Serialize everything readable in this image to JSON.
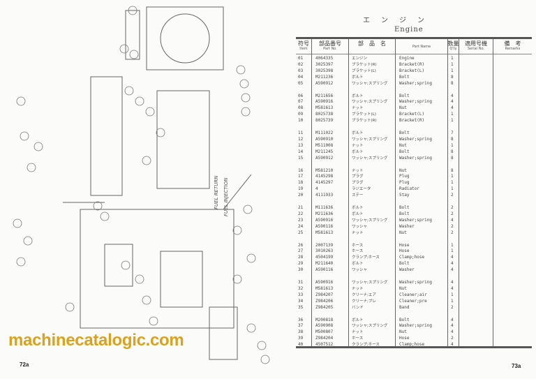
{
  "page": {
    "title_jp": "エンジン",
    "title_en": "Engine",
    "page_left": "72a",
    "page_right": "73a",
    "watermark": "machinecatalogic.com",
    "watermark_color": "#d9a320"
  },
  "drawing": {
    "labels": [
      "FUEL RETURN",
      "FUEL INJECTION"
    ]
  },
  "table": {
    "headers": [
      {
        "jp": "符号",
        "en": "Item"
      },
      {
        "jp": "部品番号",
        "en": "Part No."
      },
      {
        "jp": "部　品　名",
        "en": ""
      },
      {
        "jp": "",
        "en": "Part Name"
      },
      {
        "jp": "数量",
        "en": "Q'ty"
      },
      {
        "jp": "適用号機",
        "en": "Serial No."
      },
      {
        "jp": "備　考",
        "en": "Remarks"
      }
    ],
    "groups": [
      [
        {
          "item": "01",
          "part_no": "4064335",
          "name_jp": "エンジン",
          "name_en": "Engine",
          "qty": "1"
        },
        {
          "item": "02",
          "part_no": "3025397",
          "name_jp": "ブラケット(R)",
          "name_en": "Bracket(R)",
          "qty": "1"
        },
        {
          "item": "03",
          "part_no": "3025398",
          "name_jp": "ブラケット(L)",
          "name_en": "Bracket(L)",
          "qty": "1"
        },
        {
          "item": "04",
          "part_no": "M211236",
          "name_jp": "ボルト",
          "name_en": "Bolt",
          "qty": "8"
        },
        {
          "item": "05",
          "part_no": "A590912",
          "name_jp": "ワッシャ;スプリング",
          "name_en": "Washer;spring",
          "qty": "8"
        }
      ],
      [
        {
          "item": "06",
          "part_no": "M211656",
          "name_jp": "ボルト",
          "name_en": "Bolt",
          "qty": "4"
        },
        {
          "item": "07",
          "part_no": "A590916",
          "name_jp": "ワッシャ;スプリング",
          "name_en": "Washer;spring",
          "qty": "4"
        },
        {
          "item": "08",
          "part_no": "M581613",
          "name_jp": "ナット",
          "name_en": "Nut",
          "qty": "4"
        },
        {
          "item": "09",
          "part_no": "8025738",
          "name_jp": "ブラケット(L)",
          "name_en": "Bracket(L)",
          "qty": "1"
        },
        {
          "item": "10",
          "part_no": "8025739",
          "name_jp": "ブラケット(R)",
          "name_en": "Bracket(R)",
          "qty": "1"
        }
      ],
      [
        {
          "item": "11",
          "part_no": "M111022",
          "name_jp": "ボルト",
          "name_en": "Bolt",
          "qty": "7"
        },
        {
          "item": "12",
          "part_no": "A590910",
          "name_jp": "ワッシャ;スプリング",
          "name_en": "Washer;spring",
          "qty": "8"
        },
        {
          "item": "13",
          "part_no": "M511008",
          "name_jp": "ナット",
          "name_en": "Nut",
          "qty": "1"
        },
        {
          "item": "14",
          "part_no": "M211245",
          "name_jp": "ボルト",
          "name_en": "Bolt",
          "qty": "8"
        },
        {
          "item": "15",
          "part_no": "A590912",
          "name_jp": "ワッシャ;スプリング",
          "name_en": "Washer;spring",
          "qty": "8"
        }
      ],
      [
        {
          "item": "16",
          "part_no": "M581210",
          "name_jp": "ナット",
          "name_en": "Nut",
          "qty": "8"
        },
        {
          "item": "17",
          "part_no": "4145298",
          "name_jp": "プラグ",
          "name_en": "Plug",
          "qty": "1"
        },
        {
          "item": "18",
          "part_no": "4145297",
          "name_jp": "プラグ",
          "name_en": "Plug",
          "qty": "1"
        },
        {
          "item": "19",
          "part_no": "4",
          "name_jp": "ラジエータ",
          "name_en": "Radiator",
          "qty": "1"
        },
        {
          "item": "20",
          "part_no": "4111933",
          "name_jp": "ステー",
          "name_en": "Stay",
          "qty": "2"
        }
      ],
      [
        {
          "item": "21",
          "part_no": "M111636",
          "name_jp": "ボルト",
          "name_en": "Bolt",
          "qty": "2"
        },
        {
          "item": "22",
          "part_no": "M211636",
          "name_jp": "ボルト",
          "name_en": "Bolt",
          "qty": "2"
        },
        {
          "item": "23",
          "part_no": "A590916",
          "name_jp": "ワッシャ;スプリング",
          "name_en": "Washer;spring",
          "qty": "4"
        },
        {
          "item": "24",
          "part_no": "A590116",
          "name_jp": "ワッシャ",
          "name_en": "Washer",
          "qty": "2"
        },
        {
          "item": "25",
          "part_no": "M581613",
          "name_jp": "ナット",
          "name_en": "Nut",
          "qty": "2"
        }
      ],
      [
        {
          "item": "26",
          "part_no": "2007139",
          "name_jp": "ホース",
          "name_en": "Hose",
          "qty": "1"
        },
        {
          "item": "27",
          "part_no": "3010263",
          "name_jp": "ホース",
          "name_en": "Hose",
          "qty": "1"
        },
        {
          "item": "28",
          "part_no": "4504199",
          "name_jp": "クランプ;ホース",
          "name_en": "Clamp;hose",
          "qty": "4"
        },
        {
          "item": "29",
          "part_no": "M211640",
          "name_jp": "ボルト",
          "name_en": "Bolt",
          "qty": "4"
        },
        {
          "item": "30",
          "part_no": "A590116",
          "name_jp": "ワッシャ",
          "name_en": "Washer",
          "qty": "4"
        }
      ],
      [
        {
          "item": "31",
          "part_no": "A590916",
          "name_jp": "ワッシャ;スプリング",
          "name_en": "Washer;spring",
          "qty": "4"
        },
        {
          "item": "32",
          "part_no": "M581613",
          "name_jp": "ナット",
          "name_en": "Nut",
          "qty": "4"
        },
        {
          "item": "33",
          "part_no": "Z984207",
          "name_jp": "クリーナ;エア",
          "name_en": "Cleaner;air",
          "qty": "1"
        },
        {
          "item": "34",
          "part_no": "Z984206",
          "name_jp": "クリーナ;プレ",
          "name_en": "Cleaner;pre",
          "qty": "1"
        },
        {
          "item": "35",
          "part_no": "Z984205",
          "name_jp": "バンド",
          "name_en": "Band",
          "qty": "2"
        }
      ],
      [
        {
          "item": "36",
          "part_no": "M200818",
          "name_jp": "ボルト",
          "name_en": "Bolt",
          "qty": "4"
        },
        {
          "item": "37",
          "part_no": "A590908",
          "name_jp": "ワッシャ;スプリング",
          "name_en": "Washer;spring",
          "qty": "4"
        },
        {
          "item": "38",
          "part_no": "M500807",
          "name_jp": "ナット",
          "name_en": "Nut",
          "qty": "4"
        },
        {
          "item": "39",
          "part_no": "Z984204",
          "name_jp": "ホース",
          "name_en": "Hose",
          "qty": "2"
        },
        {
          "item": "40",
          "part_no": "4507512",
          "name_jp": "クランプ;ホース",
          "name_en": "Clamp;hose",
          "qty": "4"
        }
      ]
    ]
  }
}
